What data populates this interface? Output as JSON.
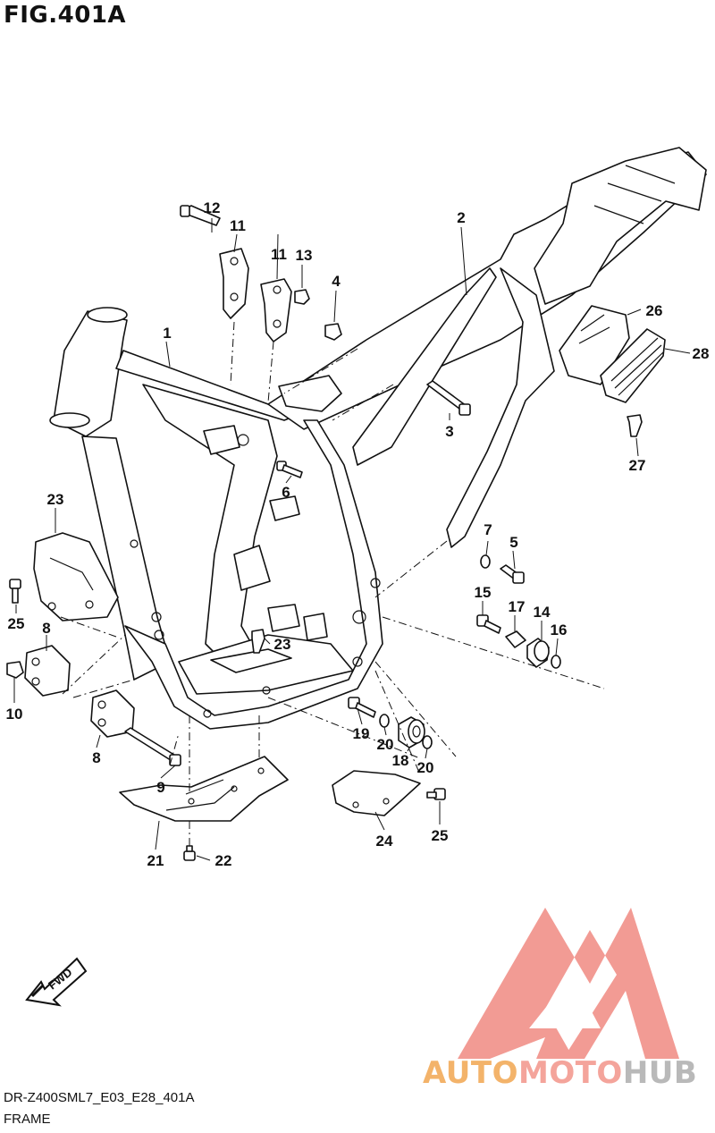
{
  "figure_title": "FIG.401A",
  "diagram_code": "DR-Z400SML7_E03_E28_401A",
  "diagram_name": "FRAME",
  "fwd_label": "FWD",
  "watermark": {
    "part1": "AUTO",
    "part2": "MOTO",
    "part3": "HUB",
    "color_red": "#f08a82",
    "color_orange": "#f3b36a",
    "color_gray": "#b9b9b9"
  },
  "callouts": [
    "1",
    "2",
    "3",
    "4",
    "5",
    "6",
    "7",
    "8",
    "8",
    "9",
    "10",
    "11",
    "11",
    "12",
    "13",
    "14",
    "15",
    "16",
    "17",
    "18",
    "19",
    "20",
    "20",
    "21",
    "22",
    "23",
    "23",
    "24",
    "25",
    "25",
    "26",
    "27",
    "28"
  ]
}
